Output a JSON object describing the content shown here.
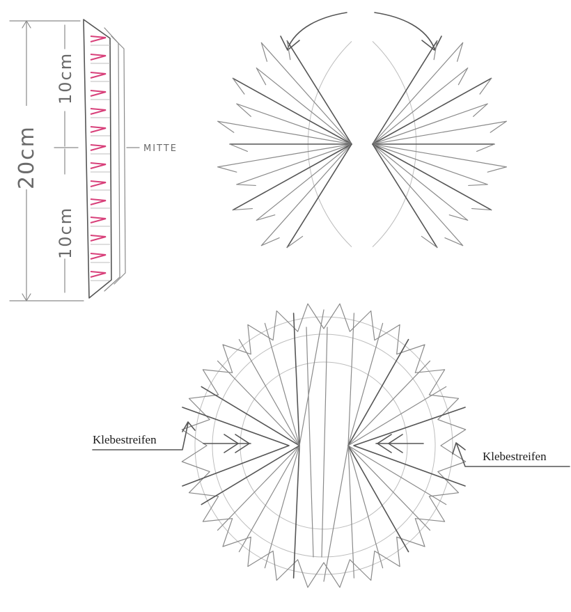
{
  "strip_diagram": {
    "total_height_label": "20cm",
    "upper_half_label": "10cm",
    "lower_half_label": "10cm",
    "middle_label": "MITTE"
  },
  "folded_halves_diagram": {
    "arrows": [
      "rotate-left-arrow",
      "rotate-right-arrow"
    ]
  },
  "assembled_rosette_diagram": {
    "left_tape_label": "Klebestreifen",
    "right_tape_label": "Klebestreifen"
  },
  "colors": {
    "pencil": "#8a8a8a",
    "pencil_dark": "#555555",
    "fold_marks": "#d8407a"
  }
}
